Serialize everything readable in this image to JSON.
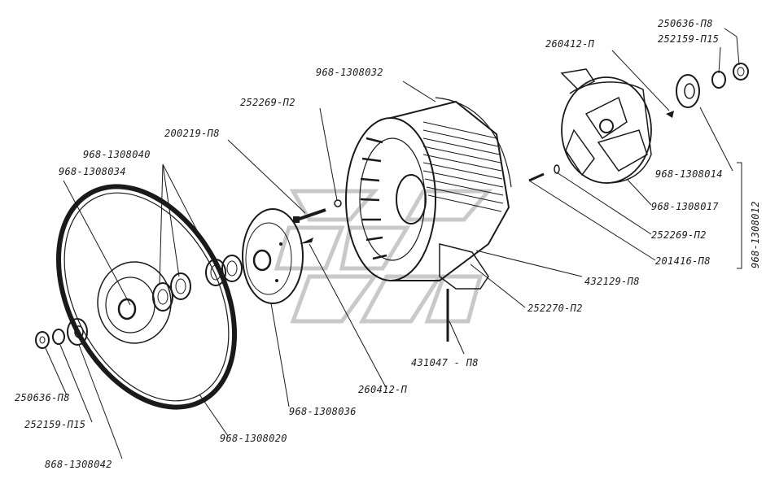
{
  "colors": {
    "ink": "#1a1a1a",
    "paper": "#ffffff",
    "watermark": "#c9c9c9"
  },
  "labels": {
    "l968_1308032": "968-1308032",
    "l260412_top": "260412-П",
    "l250636_top": "250636-П8",
    "l252159_top": "252159-П15",
    "l252269_upper": "252269-П2",
    "l200219": "200219-П8",
    "l968_1308040": "968-1308040",
    "l968_1308034": "968-1308034",
    "l968_1308014": "968-1308014",
    "l968_1308017": "968-1308017",
    "l968_1308012": "968-1308012",
    "l252269_right": "252269-П2",
    "l201416": "201416-П8",
    "l432129": "432129-П8",
    "l252270": "252270-П2",
    "l431047": "431047 - П8",
    "l260412_bottom": "260412-П",
    "l968_1308036": "968-1308036",
    "l968_1308020": "968-1308020",
    "l250636_bottom": "250636-П8",
    "l252159_bottom": "252159-П15",
    "l868_1308042": "868-1308042"
  }
}
